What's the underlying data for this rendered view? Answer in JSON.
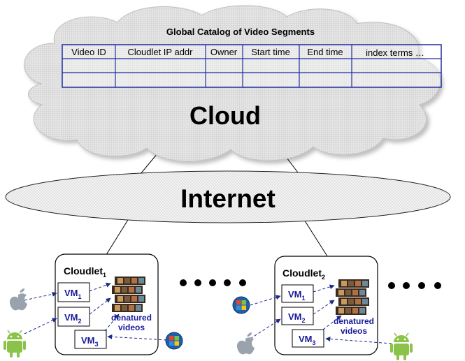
{
  "cloud": {
    "catalog_title": "Global Catalog of Video Segments",
    "columns": [
      "Video ID",
      "Cloudlet IP addr",
      "Owner",
      "Start time",
      "End time",
      "index terms …"
    ],
    "label": "Cloud"
  },
  "internet": {
    "label": "Internet"
  },
  "cloudlets": [
    {
      "name": "Cloudlet",
      "subscript": "1",
      "vms": [
        {
          "name": "VM",
          "subscript": "1"
        },
        {
          "name": "VM",
          "subscript": "2"
        },
        {
          "name": "VM",
          "subscript": "3"
        }
      ],
      "videos_label_line1": "denatured",
      "videos_label_line2": "videos"
    },
    {
      "name": "Cloudlet",
      "subscript": "2",
      "vms": [
        {
          "name": "VM",
          "subscript": "1"
        },
        {
          "name": "VM",
          "subscript": "2"
        },
        {
          "name": "VM",
          "subscript": "3"
        }
      ],
      "videos_label_line1": "denatured",
      "videos_label_line2": "videos"
    }
  ],
  "colors": {
    "vm_text": "#1a1a9a",
    "arrow": "#1a2a8a",
    "cloud_fill": "#d9d9d9",
    "android_green": "#8bc34a",
    "windows_blue": "#1e5fa8"
  },
  "icons": [
    "apple-icon",
    "android-icon",
    "windows-icon",
    "film-strip-icon",
    "ellipsis-dots"
  ]
}
